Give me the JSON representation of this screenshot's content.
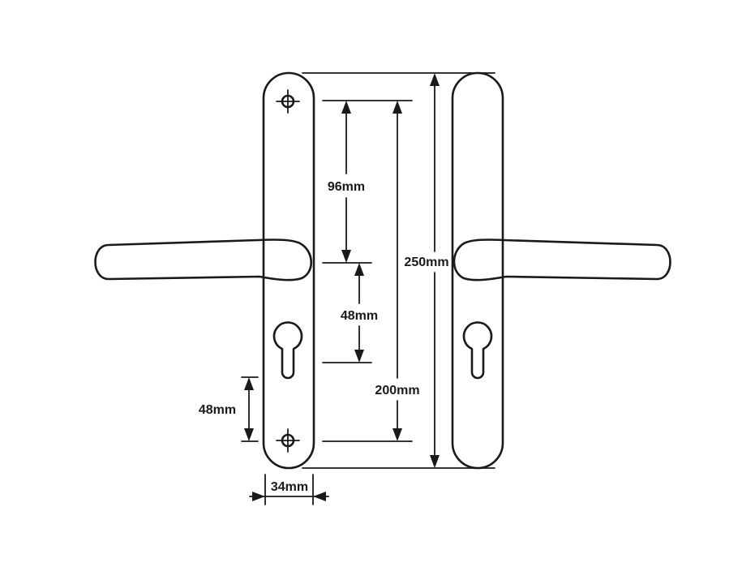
{
  "diagram": {
    "dimensions": {
      "hole_spacing_96": "96mm",
      "handle_to_cylinder_48": "48mm",
      "total_length_250": "250mm",
      "screw_centres_200": "200mm",
      "cylinder_to_screw_48": "48mm",
      "plate_width_34": "34mm"
    }
  }
}
